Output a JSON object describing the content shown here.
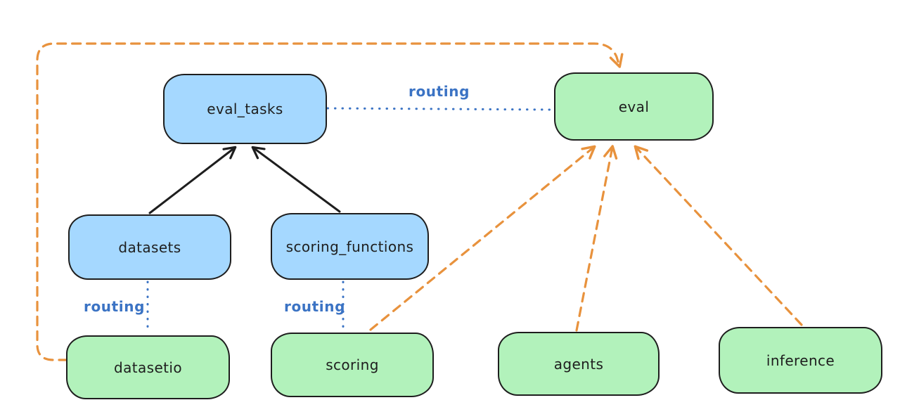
{
  "diagram": {
    "type": "flow-diagram",
    "background": "#ffffff",
    "colors": {
      "registry_node_fill": "#a5d8ff",
      "provider_node_fill": "#b2f2bb",
      "node_stroke": "#1e1e1e",
      "routing_line": "#3b73c4",
      "dashed_arrow": "#e8923d",
      "solid_arrow": "#1e1e1e"
    },
    "nodes": [
      {
        "id": "eval_tasks",
        "label": "eval_tasks",
        "color": "blue"
      },
      {
        "id": "eval",
        "label": "eval",
        "color": "green"
      },
      {
        "id": "datasets",
        "label": "datasets",
        "color": "blue"
      },
      {
        "id": "scoring_functions",
        "label": "scoring_functions",
        "color": "blue"
      },
      {
        "id": "datasetio",
        "label": "datasetio",
        "color": "green"
      },
      {
        "id": "scoring",
        "label": "scoring",
        "color": "green"
      },
      {
        "id": "agents",
        "label": "agents",
        "color": "green"
      },
      {
        "id": "inference",
        "label": "inference",
        "color": "green"
      }
    ],
    "edges": [
      {
        "from": "eval_tasks",
        "to": "eval",
        "style": "dotted",
        "color": "#3b73c4",
        "label": "routing"
      },
      {
        "from": "datasets",
        "to": "datasetio",
        "style": "dotted",
        "color": "#3b73c4",
        "label": "routing"
      },
      {
        "from": "scoring_functions",
        "to": "scoring",
        "style": "dotted",
        "color": "#3b73c4",
        "label": "routing"
      },
      {
        "from": "datasets",
        "to": "eval_tasks",
        "style": "solid-arrow",
        "color": "#1e1e1e",
        "label": ""
      },
      {
        "from": "scoring_functions",
        "to": "eval_tasks",
        "style": "solid-arrow",
        "color": "#1e1e1e",
        "label": ""
      },
      {
        "from": "datasetio",
        "to": "eval",
        "style": "dashed-arrow",
        "color": "#e8923d",
        "label": ""
      },
      {
        "from": "scoring",
        "to": "eval",
        "style": "dashed-arrow",
        "color": "#e8923d",
        "label": ""
      },
      {
        "from": "agents",
        "to": "eval",
        "style": "dashed-arrow",
        "color": "#e8923d",
        "label": ""
      },
      {
        "from": "inference",
        "to": "eval",
        "style": "dashed-arrow",
        "color": "#e8923d",
        "label": ""
      }
    ]
  }
}
